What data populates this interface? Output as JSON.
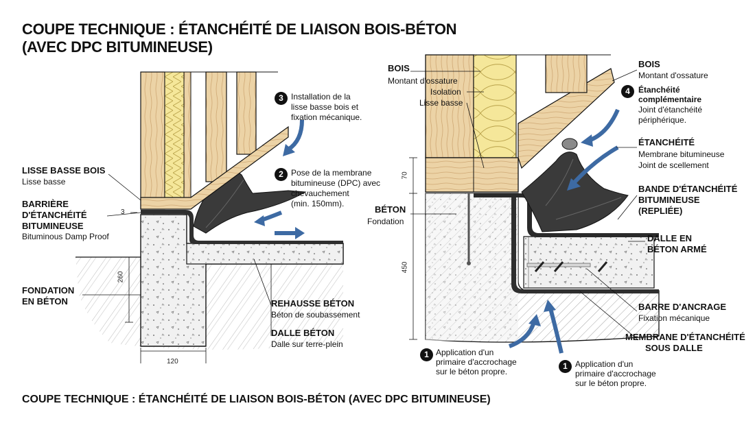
{
  "title": {
    "line1": "COUPE TECHNIQUE : ÉTANCHÉITÉ DE LIAISON BOIS-BÉTON",
    "line2": "(AVEC DPC BITUMINEUSE)"
  },
  "footer": "COUPE TECHNIQUE : ÉTANCHÉITÉ DE LIAISON BOIS-BÉTON (AVEC DPC BITUMINEUSE)",
  "left": {
    "lisse_title": "LISSE BASSE BOIS",
    "lisse_sub": "Lisse basse",
    "barriere_l1": "BARRIÈRE",
    "barriere_l2": "D'ÉTANCHÉITÉ",
    "barriere_l3": "BITUMINEUSE",
    "barriere_sub": "Bituminous Damp Proof",
    "fondation_l1": "FONDATION",
    "fondation_l2": "EN BÉTON",
    "rehausse_title": "REHAUSSE BÉTON",
    "rehausse_sub": "Béton de soubassement",
    "dalle_title": "DALLE BÉTON",
    "dalle_sub": "Dalle sur terre-plein",
    "step3_num": "3",
    "step3_l1": "Installation de la",
    "step3_l2": "lisse basse bois et",
    "step3_l3": "fixation mécanique.",
    "step2_num": "2",
    "step2_l1": "Pose de la membrane",
    "step2_l2": "bitumineuse (DPC) avec",
    "step2_l3": "chevauchement",
    "step2_l4": "(min. 150mm).",
    "dim_3": "3",
    "dim_260": "260",
    "dim_120": "120"
  },
  "right": {
    "bois_left_title": "BOIS",
    "bois_left_sub1": "Montant d'ossature",
    "bois_left_sub2": "Isolation",
    "bois_left_sub3": "Lisse basse",
    "beton_title": "BÉTON",
    "beton_sub": "Fondation",
    "bois_right_title": "BOIS",
    "bois_right_sub": "Montant d'ossature",
    "step4_num": "4",
    "step4_l1": "Étanchéité",
    "step4_l2": "complémentaire",
    "step4_sub1": "Joint d'étanchéité",
    "step4_sub2": "périphérique.",
    "etancheite_title": "ÉTANCHÉITÉ",
    "etancheite_sub1": "Membrane bitumineuse",
    "etancheite_sub2": "Joint de scellement",
    "bande_l1": "BANDE D'ÉTANCHÉITÉ",
    "bande_l2": "BITUMINEUSE",
    "bande_l3": "(REPLIÉE)",
    "dalle_l1": "DALLE EN",
    "dalle_l2": "BÉTON ARMÉ",
    "barre_title": "BARRE D'ANCRAGE",
    "barre_sub": "Fixation mécanique",
    "membrane_l1": "MEMBRANE D'ÉTANCHÉITÉ",
    "membrane_l2": "SOUS DALLE",
    "step1a_num": "1",
    "step1a_l1": "Application d'un",
    "step1a_l2": "primaire d'accrochage",
    "step1a_l3": "sur le béton propre.",
    "step1b_num": "1",
    "step1b_l1": "Application d'un",
    "step1b_l2": "primaire d'accrochage",
    "step1b_l3": "sur le béton propre.",
    "dim_70": "70",
    "dim_450": "450"
  },
  "colors": {
    "wood": "#e9cfa2",
    "wood_dark": "#c9a26c",
    "insulation": "#f3e58e",
    "concrete": "#eeeeee",
    "membrane": "#3a3a3a",
    "arrow": "#3d6aa3",
    "ink": "#111111"
  }
}
